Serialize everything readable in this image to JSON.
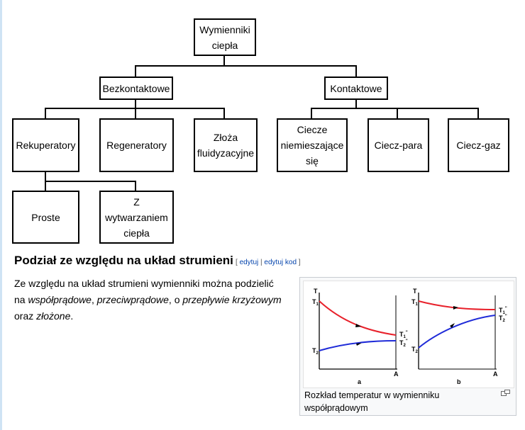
{
  "diagram": {
    "root": [
      "Wymienniki",
      "ciepła"
    ],
    "level1": {
      "left": "Bezkontaktowe",
      "right": "Kontaktowe"
    },
    "level2": {
      "rekuperatory": "Rekuperatory",
      "regeneratory": "Regeneratory",
      "zloza": [
        "Złoża",
        "fluidyzacyjne"
      ],
      "ciecze": [
        "Ciecze",
        "niemieszające",
        "się"
      ],
      "ciecz_para": "Ciecz-para",
      "ciecz_gaz": "Ciecz-gaz"
    },
    "level3": {
      "proste": "Proste",
      "z_wytwarzaniem": [
        "Z",
        "wytwarzaniem",
        "ciepła"
      ]
    }
  },
  "section": {
    "heading": "Podział ze względu na układ strumieni",
    "edit_open": "[",
    "edit_label": "edytuj",
    "edit_sep": "|",
    "edit_code_label": "edytuj kod",
    "edit_close": "]"
  },
  "paragraph": {
    "text1": "Ze względu na układ strumieni wymienniki można podzielić na ",
    "term1": "współprądowe",
    "sep1": ", ",
    "term2": "przeciwprądowe",
    "sep2": ", o ",
    "term3": "przepływie krzyżowym",
    "text2": " oraz ",
    "term4": "złożone",
    "text3": "."
  },
  "figure": {
    "caption": "Rozkład temperatur w wymienniku współprądowym",
    "magnify_icon": "magnify-clip-icon",
    "plot_a": {
      "axis_t": "T",
      "axis_a": "A",
      "label": "a",
      "t1_in": "T",
      "t1_in_sub": "1",
      "t1_out": "T",
      "t1_out_sub": "1",
      "t1_out_sup": "\"",
      "t2_in": "T",
      "t2_in_sub": "2",
      "t2_out": "T",
      "t2_out_sub": "2",
      "t2_out_sup": "\""
    },
    "plot_b": {
      "axis_t": "T",
      "axis_a": "A",
      "label": "b",
      "t1_in": "T",
      "t1_in_sub": "1",
      "t1_out": "T",
      "t1_out_sub": "1",
      "t1_out_sup": "\"",
      "t2_in": "T",
      "t2_in_sub": "2",
      "t2_out": "T",
      "t2_out_sub": "2",
      "t2_out_sup": "\""
    },
    "colors": {
      "hot": "#e8212b",
      "cold": "#1f2bd8"
    }
  }
}
